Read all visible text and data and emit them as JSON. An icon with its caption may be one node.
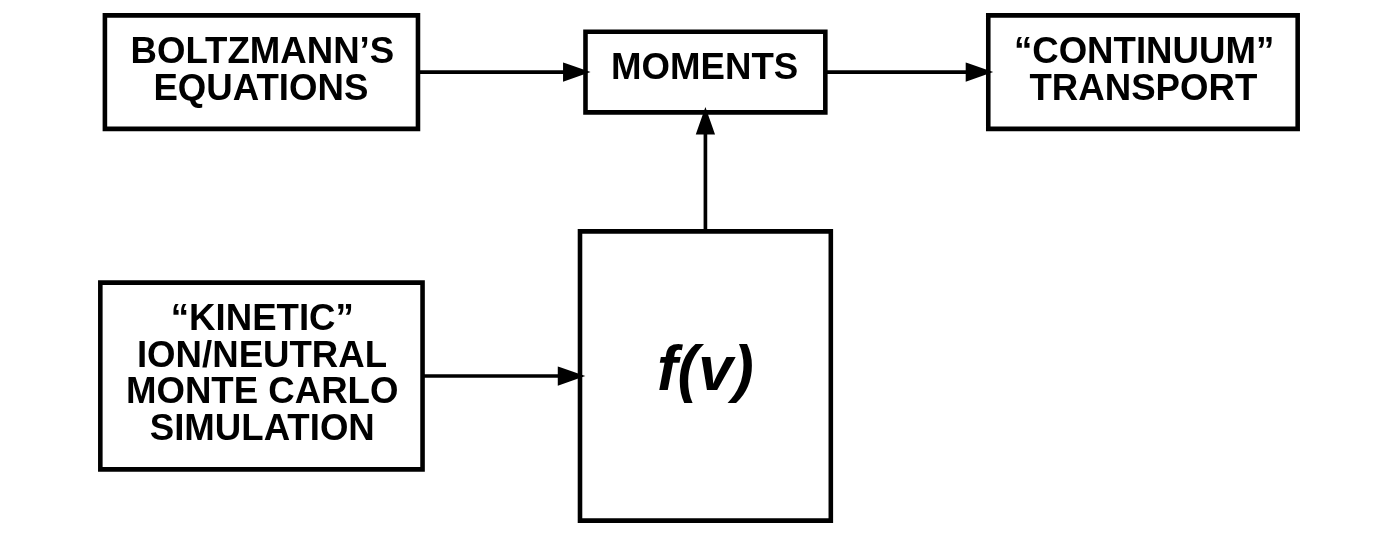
{
  "diagram": {
    "nodes": [
      {
        "text": [
          "BOLTZMANN’S EQUATIONS"
        ]
      },
      {
        "text": [
          "MOMENTS"
        ]
      },
      {
        "text": [
          "“CONTINUUM” TRANSPORT"
        ]
      },
      {
        "text": [
          "“KINETIC” ION/NEUTRAL MONTE CARLO SIMULATION"
        ]
      },
      {
        "text": [
          "f(v)"
        ]
      }
    ],
    "edges": [
      {
        "from": 0,
        "to": 1,
        "arrow": "to"
      },
      {
        "from": 1,
        "to": 2,
        "arrow": "to"
      },
      {
        "from": 3,
        "to": 4,
        "arrow": "to"
      },
      {
        "from": 4,
        "to": 1,
        "arrow": "to"
      }
    ]
  }
}
